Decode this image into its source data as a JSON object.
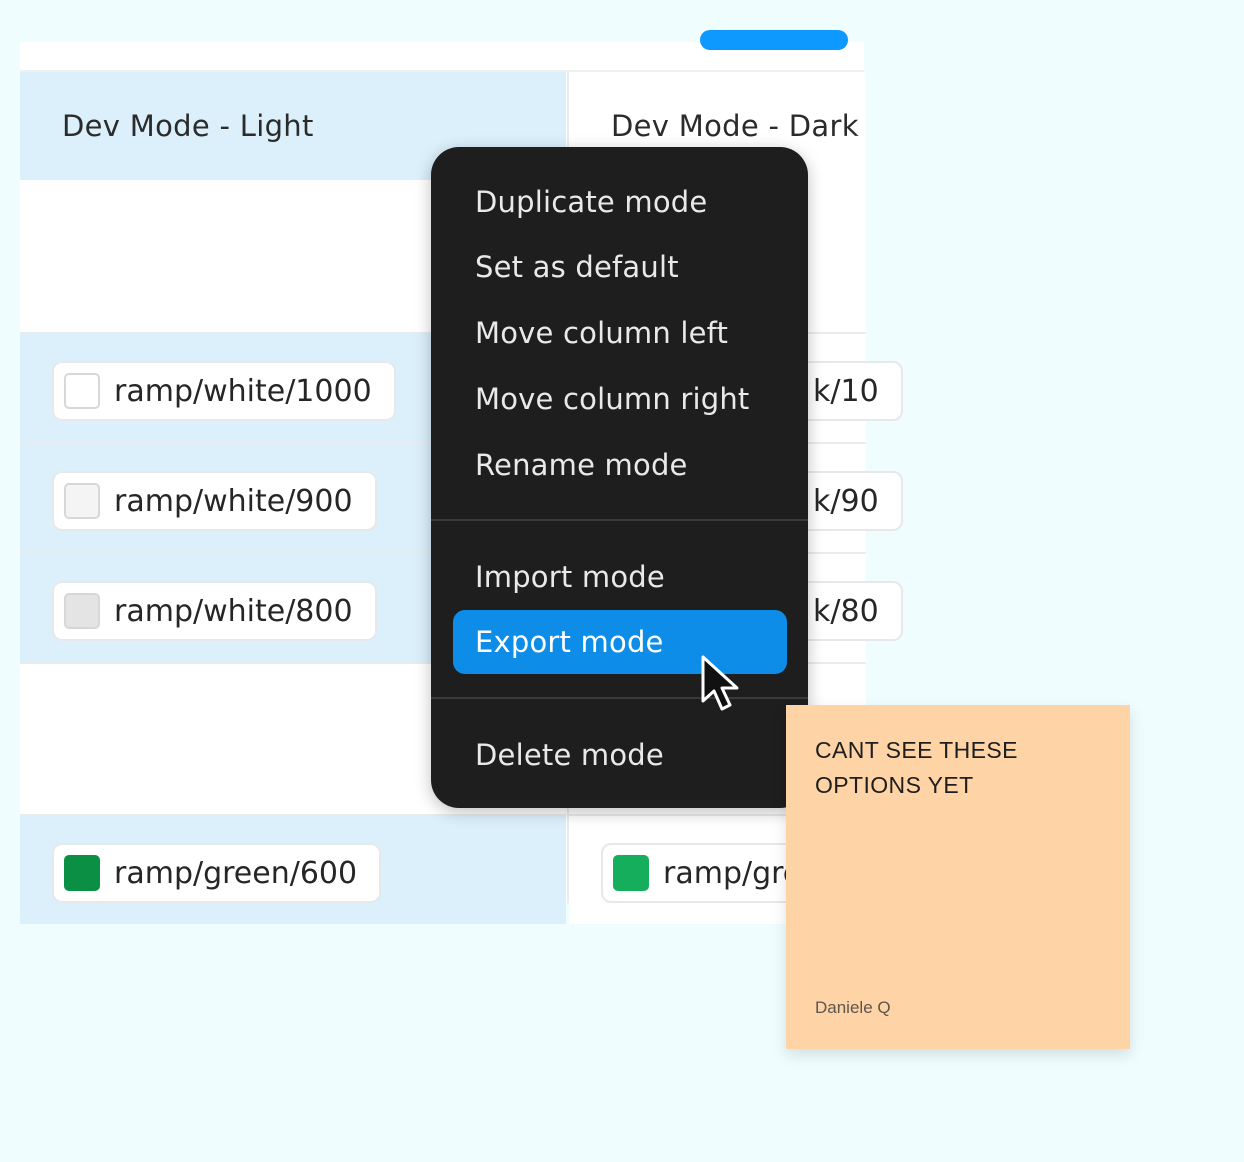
{
  "table": {
    "columns": [
      {
        "header": "Dev Mode - Light"
      },
      {
        "header": "Dev Mode - Dark"
      }
    ],
    "light_rows": [
      {
        "value": "ramp/white/1000",
        "swatch": "#ffffff"
      },
      {
        "value": "ramp/white/900",
        "swatch": "#f4f4f4"
      },
      {
        "value": "ramp/white/800",
        "swatch": "#e4e4e4"
      },
      {
        "value": "ramp/green/600",
        "swatch": "#0a8f45"
      }
    ],
    "dark_rows": [
      {
        "value": "k/10"
      },
      {
        "value": "k/90"
      },
      {
        "value": "k/80"
      },
      {
        "value": "ramp/gre",
        "swatch": "#14ae5c"
      }
    ]
  },
  "context_menu": {
    "items": [
      {
        "label": "Duplicate mode"
      },
      {
        "label": "Set as default"
      },
      {
        "label": "Move column left"
      },
      {
        "label": "Move column right"
      },
      {
        "label": "Rename mode"
      },
      {
        "label": "Import mode"
      },
      {
        "label": "Export mode",
        "active": true
      },
      {
        "label": "Delete mode"
      }
    ]
  },
  "sticky_note": {
    "text": "CANT SEE THESE OPTIONS YET",
    "author": "Daniele Q",
    "color": "#fed3a6"
  },
  "colors": {
    "accent": "#0d99ff",
    "header_tint": "#dbf0fb",
    "menu_bg": "#1e1e1e"
  }
}
